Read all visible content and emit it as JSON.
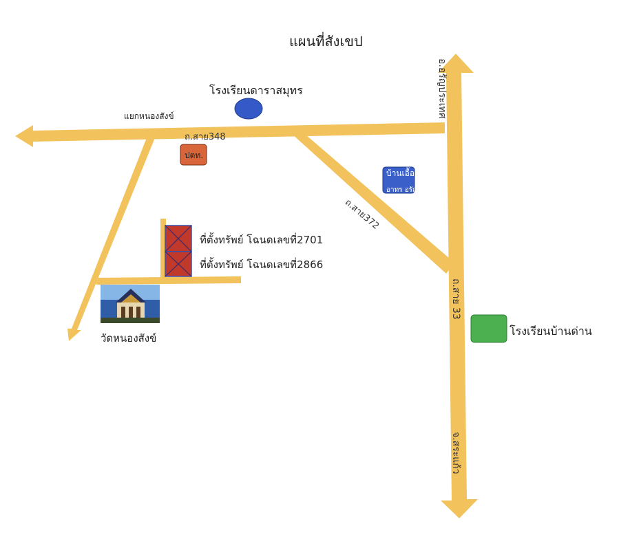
{
  "map": {
    "title": "แผนที่สังเขป",
    "colors": {
      "road": "#F2C25C",
      "school_top": "#3559C7",
      "ptt": "#D8663A",
      "banjuea": "#3A5FC8",
      "lot": "#C0392B",
      "school_right": "#4CAF50"
    },
    "labels": {
      "school_top": "โรงเรียนดาราสมุทร",
      "junction": "แยกหนองสังข์",
      "road_348": "ถ.สาย348",
      "ptt": "ปตท.",
      "road_372": "ถ.สาย372",
      "banjuea_line1": "บ้านเอื้อ",
      "banjuea_line2": "อาทร อรัญฯ",
      "lot_2701": "ที่ตั้งทรัพย์ โฉนดเลขที่2701",
      "lot_2866": "ที่ตั้งทรัพย์ โฉนดเลขที่2866",
      "temple": "วัดหนองสังข์",
      "school_right": "โรงเรียนบ้านด่าน",
      "road_to_top": "อ.อรัญประเทศ",
      "road_33": "ถ.สาย 33",
      "road_to_bottom": "จ.สระแก้ว"
    },
    "icons": {
      "temple": "temple-photo-icon"
    }
  }
}
